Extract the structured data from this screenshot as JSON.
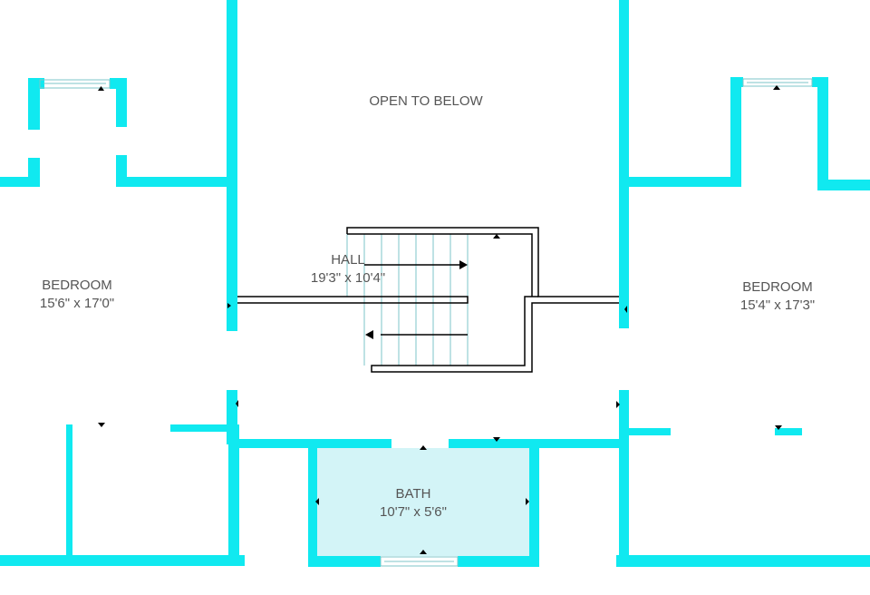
{
  "colors": {
    "wall": "#10e9f0",
    "bath_fill": "#d3f4f7",
    "stair_line": "#7cc6c8",
    "text": "#555555"
  },
  "rooms": [
    {
      "name": "OPEN TO BELOW",
      "dims": ""
    },
    {
      "name": "BEDROOM",
      "dims": "15'6\" x 17'0\""
    },
    {
      "name": "HALL",
      "dims": "19'3\" x 10'4\""
    },
    {
      "name": "BEDROOM",
      "dims": "15'4\" x 17'3\""
    },
    {
      "name": "BATH",
      "dims": "10'7\" x 5'6\""
    }
  ]
}
